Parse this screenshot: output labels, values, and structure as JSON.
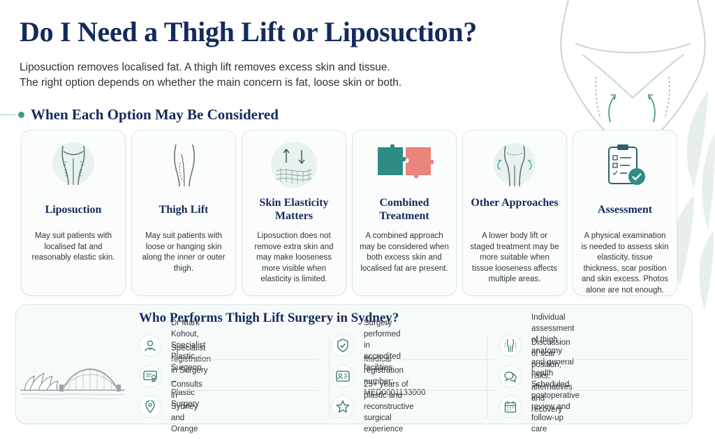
{
  "header": {
    "title": "Do I Need a Thigh Lift or Liposuction?",
    "intro_line1": "Liposuction removes localised fat. A thigh lift removes excess skin and tissue.",
    "intro_line2": "The right option depends on whether the main concern is fat, loose skin or both."
  },
  "section": {
    "title": "When Each Option May Be Considered"
  },
  "cards": [
    {
      "title": "Liposuction",
      "body": "May suit patients with localised fat and reasonably elastic skin.",
      "icon": "thighs-liposuction-icon"
    },
    {
      "title": "Thigh Lift",
      "body": "May suit patients with loose or hanging skin along the inner or outer thigh.",
      "icon": "thigh-lift-icon"
    },
    {
      "title": "Skin Elasticity Matters",
      "body": "Liposuction does not remove extra skin and may make looseness more visible when elasticity is limited.",
      "icon": "skin-elasticity-icon"
    },
    {
      "title": "Combined Treatment",
      "body": "A combined approach may be considered when both excess skin and localised fat are present.",
      "icon": "puzzle-icon"
    },
    {
      "title": "Other Approaches",
      "body": "A lower body lift or staged treatment may be more suitable when tissue looseness affects multiple areas.",
      "icon": "lower-body-icon"
    },
    {
      "title": "Assessment",
      "body": "A physical examination is needed to assess skin elasticity, tissue thickness, scar position and skin excess. Photos alone are not enough.",
      "icon": "clipboard-check-icon"
    }
  ],
  "surgeon": {
    "title": "Who Performs Thigh Lift Surgery in Sydney?",
    "features": [
      {
        "text": "Dr Mark Kohout, Specialist Plastic Surgeon",
        "icon": "surgeon-icon"
      },
      {
        "text": "Specialist registration in Surgery –\nPlastic Surgery",
        "icon": "certificate-icon"
      },
      {
        "text": "Consults in Sydney and Orange",
        "icon": "location-pin-icon"
      },
      {
        "text": "Surgery performed in\naccredited facilities",
        "icon": "shield-check-icon"
      },
      {
        "text": "Medical registration number:\nMED0001133000",
        "icon": "id-card-icon"
      },
      {
        "text": "25+ years of plastic and\nreconstructive surgical experience",
        "icon": "star-icon"
      },
      {
        "text": "Individual assessment of thigh\nanatomy and general health",
        "icon": "body-outline-icon"
      },
      {
        "text": "Discussion of scar position, risks,\nalternatives and recovery",
        "icon": "chat-bubbles-icon"
      },
      {
        "text": "Scheduled postoperative\nreview and follow-up care",
        "icon": "calendar-icon"
      }
    ]
  },
  "colors": {
    "navy": "#142a5c",
    "teal": "#3f9a8e",
    "coral": "#e07a6e",
    "puzzle_teal": "#2f8c85"
  }
}
